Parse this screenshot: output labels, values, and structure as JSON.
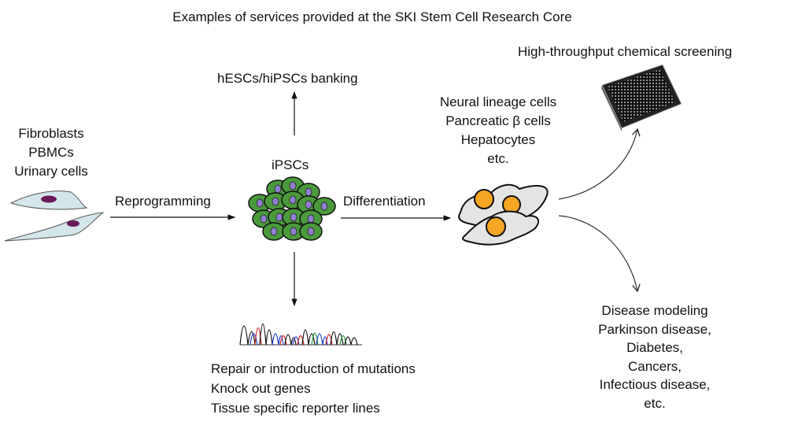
{
  "title": "Examples of services provided at the SKI Stem Cell Research Core",
  "sources": [
    "Fibroblasts",
    "PBMCs",
    "Urinary cells"
  ],
  "steps": {
    "reprogramming": "Reprogramming",
    "differentiation": "Differentiation"
  },
  "ipscs_label": "iPSCs",
  "banking_label": "hESCs/hiPSCs banking",
  "differentiated_cells": [
    "Neural lineage cells",
    "Pancreatic β cells",
    "Hepatocytes",
    "etc."
  ],
  "screening_label": "High-throughput chemical screening",
  "disease_modeling": [
    "Disease modeling",
    "Parkinson disease,",
    "Diabetes,",
    "Cancers,",
    "Infectious disease,",
    "etc."
  ],
  "gene_editing": [
    "Repair or introduction of mutations",
    "Knock out genes",
    "Tissue specific reporter lines"
  ],
  "colors": {
    "ipsc_cell": "#4a9a3c",
    "ipsc_nucleus": "#8f7fcf",
    "fibroblast": "#d3e6ea",
    "fibroblast_nucleus": "#6a1a5a",
    "diff_cell": "#e4e4e4",
    "diff_nucleus": "#f5a623"
  }
}
